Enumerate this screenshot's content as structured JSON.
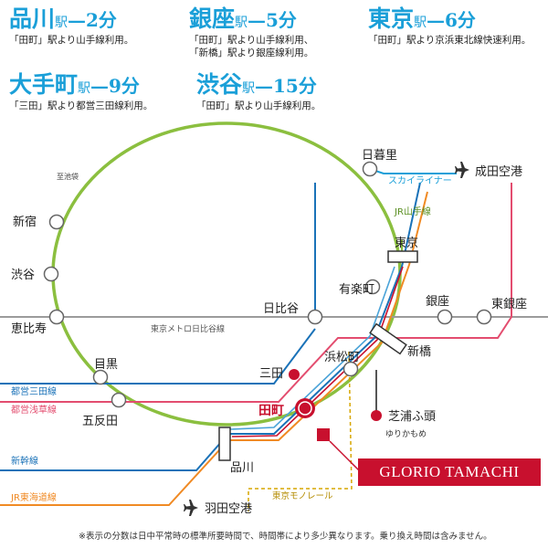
{
  "destinations": {
    "shinagawa": {
      "station": "品川",
      "eki": "駅",
      "time": "—2分",
      "note": "「田町」駅より山手線利用。"
    },
    "ginza": {
      "station": "銀座",
      "eki": "駅",
      "time": "—5分",
      "note1": "「田町」駅より山手線利用、",
      "note2": "「新橋」駅より銀座線利用。"
    },
    "tokyo": {
      "station": "東京",
      "eki": "駅",
      "time": "—6分",
      "note": "「田町」駅より京浜東北線快速利用。"
    },
    "otemachi": {
      "station": "大手町",
      "eki": "駅",
      "time": "—9分",
      "note": "「三田」駅より都営三田線利用。"
    },
    "shibuya": {
      "station": "渋谷",
      "eki": "駅",
      "time": "—15分",
      "note": "「田町」駅より山手線利用。"
    }
  },
  "map": {
    "stations": {
      "nippori": "日暮里",
      "tokyo": "東京",
      "yurakucho": "有楽町",
      "ginza": "銀座",
      "higashi_ginza": "東銀座",
      "hibiya": "日比谷",
      "shinbashi": "新橋",
      "hamamatsucho": "浜松町",
      "mita": "三田",
      "tamachi": "田町",
      "shibaura_futo": "芝浦ふ頭",
      "yurikamome": "ゆりかもめ",
      "shinagawa": "品川",
      "gotanda": "五反田",
      "meguro": "目黒",
      "ebisu": "恵比寿",
      "shibuya": "渋谷",
      "shinjuku": "新宿",
      "ikebukuro_dir": "至池袋"
    },
    "lines": {
      "skyliner": "スカイライナー",
      "yamanote": "JR山手線",
      "hibiya_line": "東京メトロ日比谷線",
      "mita_line": "都営三田線",
      "asakusa_line": "都営浅草線",
      "shinkansen": "新幹線",
      "tokaido": "JR東海道線",
      "monorail": "東京モノレール"
    },
    "airports": {
      "narita": "成田空港",
      "haneda": "羽田空港"
    },
    "icons": {
      "airport": "airplane-icon"
    },
    "colors": {
      "yamanote": "#8bbf3f",
      "hibiya": "#9b9b9b",
      "mita": "#1a72b8",
      "asakusa": "#e34d6f",
      "shinkansen": "#1a72b8",
      "tokaido": "#f08a24",
      "keihin": "#4aa3d8",
      "monorail": "#d7a600",
      "skyliner": "#1a9fd8",
      "tamachi": "#c8102e",
      "brand": "#c8102e"
    }
  },
  "property": {
    "name": "GLORIO TAMACHI"
  },
  "footnote": "※表示の分数は日中平常時の標準所要時間で、時間帯により多少異なります。乗り換え時間は含みません。"
}
